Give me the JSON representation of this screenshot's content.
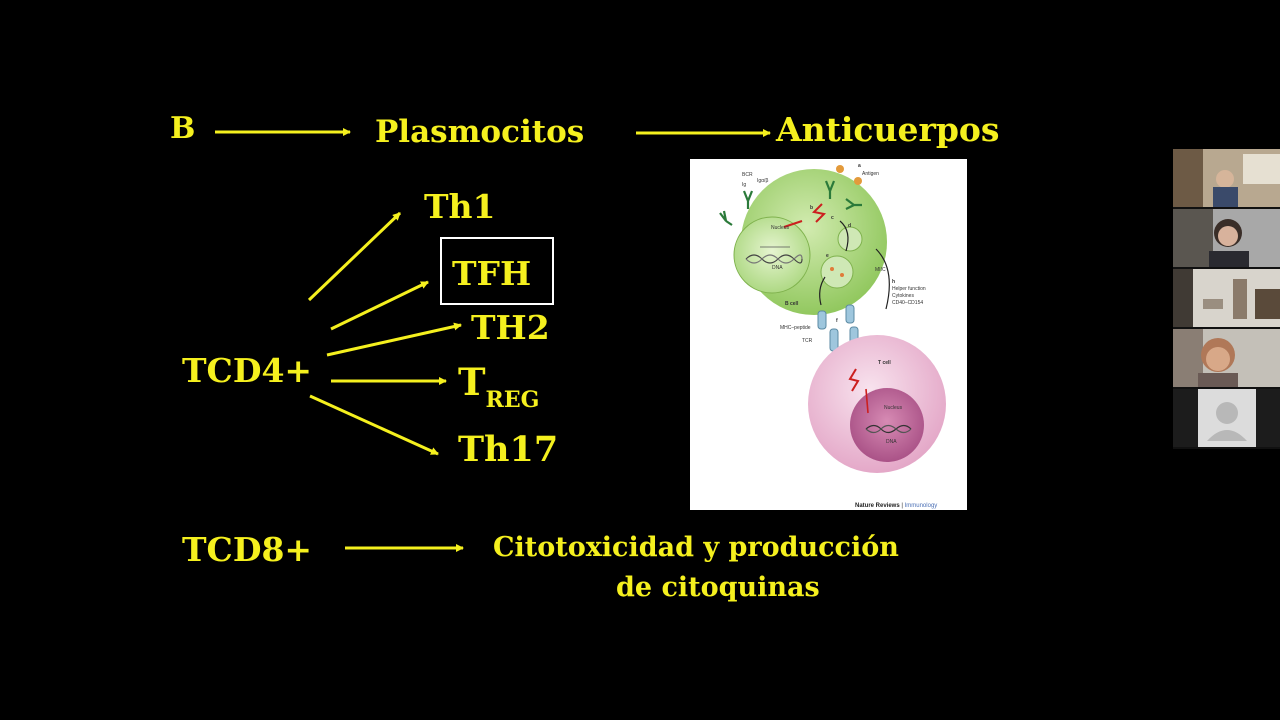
{
  "slide": {
    "b_label": "B",
    "plasmocitos": "Plasmocitos",
    "anticuerpos": "Anticuerpos",
    "tcd4": "TCD4+",
    "th1": "Th1",
    "tfh": "TFH",
    "th2": "TH2",
    "treg_main": "T",
    "treg_sub": "REG",
    "th17": "Th17",
    "tcd8": "TCD8+",
    "citotox_line1": "Citotoxicidad y producción",
    "citotox_line2": "de citoquinas"
  },
  "figure": {
    "bcr": "BCR",
    "iga": "Igα/β",
    "ig": "Ig",
    "antigen": "Antigen",
    "nucleus_b": "Nucleus",
    "dna_b": "DNA",
    "b_cell": "B cell",
    "miic": "MIIC",
    "helper1": "Helper function",
    "helper2": "Cytokines",
    "helper3": "CD40–CD154",
    "mhc_peptide": "MHC–peptide",
    "tcr": "TCR",
    "t_cell": "T cell",
    "nucleus_t": "Nucleus",
    "dna_t": "DNA",
    "credit_journal": "Nature Reviews",
    "credit_sep": " | ",
    "credit_field": "Immunology",
    "letters": {
      "a": "a",
      "b": "b",
      "c": "c",
      "d": "d",
      "e": "e",
      "f": "f",
      "h": "h"
    }
  },
  "colors": {
    "slide_text": "#f5f01e",
    "background": "#000000",
    "box_border": "#ffffff",
    "b_cell": "#a8d27a",
    "t_cell": "#efc6dc"
  },
  "participants": [
    {
      "icon": "participant-video-icon"
    },
    {
      "icon": "participant-video-icon"
    },
    {
      "icon": "participant-video-icon"
    },
    {
      "icon": "participant-video-icon"
    },
    {
      "icon": "default-avatar-icon"
    }
  ]
}
